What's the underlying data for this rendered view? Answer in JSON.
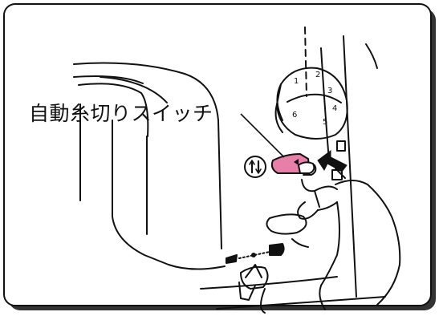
{
  "callout": {
    "label": "自動糸切りスイッチ"
  },
  "dial": {
    "numbers": [
      "1",
      "2",
      "3",
      "4",
      "5",
      "6"
    ]
  },
  "colors": {
    "line": "#111111",
    "switch_fill": "#e87fa8",
    "background": "#ffffff",
    "shadow": "#333333"
  },
  "icons": {
    "switch_button": "needle-up-down-icon",
    "stitch_lever_left": "bar-stitch-icon",
    "stitch_lever_right": "plus-stitch-icon",
    "press_arrow": "arrow-icon"
  }
}
